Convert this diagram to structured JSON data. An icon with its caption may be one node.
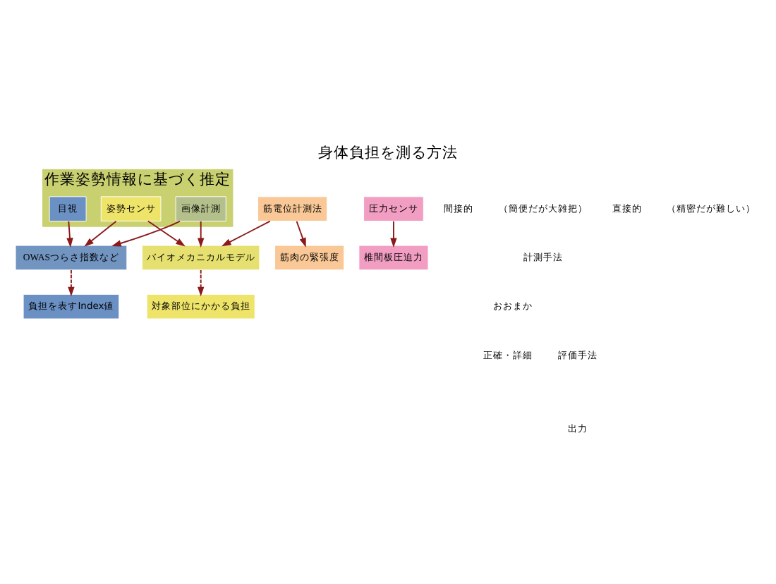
{
  "diagram": {
    "title": "身体負担を測る方法",
    "nodes": [
      {
        "text": [
          "作業姿勢情報に基づく推定"
        ]
      },
      {
        "text": [
          "目視"
        ],
        "in": 0
      },
      {
        "text": [
          "画像計測"
        ],
        "in": 0
      },
      {
        "text": [
          "姿勢センサ"
        ],
        "in": 0
      },
      {
        "text": [
          "筋電位計測法"
        ]
      },
      {
        "text": [
          "圧力センサ"
        ]
      },
      {
        "text": [
          "OWASつらさ指数など"
        ]
      },
      {
        "text": [
          "バイオメカニカルモデル"
        ]
      },
      {
        "text": [
          "負担を表すIndex値"
        ]
      },
      {
        "text": [
          "対象部位にかかる負担"
        ]
      },
      {
        "text": [
          "筋肉の緊張度"
        ]
      },
      {
        "text": [
          "椎間板圧迫力"
        ]
      }
    ],
    "edges": [
      {
        "from": 1,
        "to": 6,
        "arrow": "to"
      },
      {
        "from": 2,
        "to": 6,
        "arrow": "to"
      },
      {
        "from": 2,
        "to": 7,
        "arrow": "to"
      },
      {
        "from": 3,
        "to": 6,
        "arrow": "to"
      },
      {
        "from": 3,
        "to": 7,
        "arrow": "to"
      },
      {
        "from": 4,
        "to": 7,
        "arrow": "to"
      },
      {
        "from": 4,
        "to": 10,
        "arrow": "to"
      },
      {
        "from": 5,
        "to": 11,
        "arrow": "to"
      },
      {
        "from": 6,
        "to": 8,
        "arrow": "to",
        "style": "dashed"
      },
      {
        "from": 7,
        "to": 9,
        "arrow": "to",
        "style": "dashed"
      }
    ],
    "labels": [
      "間接的",
      "（簡便だが大雑把）",
      "直接的",
      "（精密だが難しい）",
      "計測手法",
      "おおまか",
      "正確・詳細",
      "評価手法",
      "出力"
    ]
  }
}
